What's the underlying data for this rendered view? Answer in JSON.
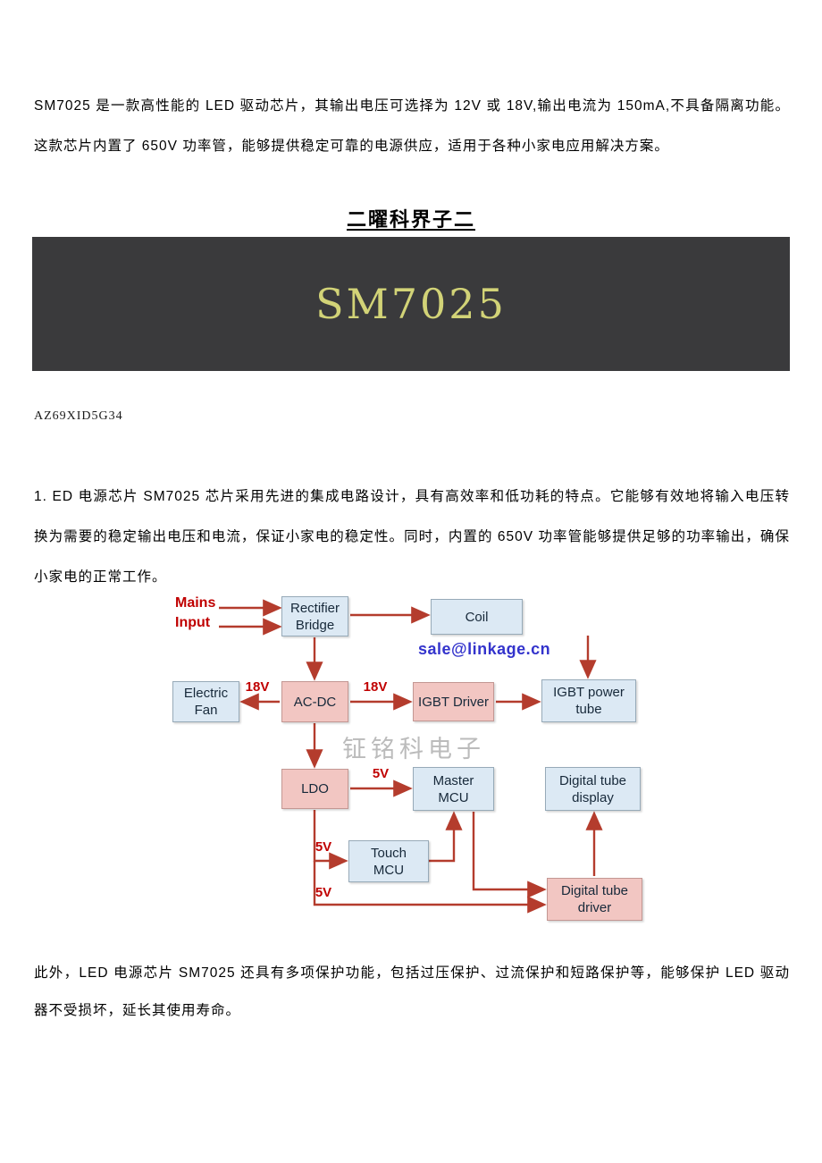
{
  "document": {
    "para_intro": "SM7025 是一款高性能的 LED 驱动芯片，其输出电压可选择为 12V 或 18V,输出电流为 150mA,不具备隔离功能。这款芯片内置了 650V 功率管，能够提供稳定可靠的电源供应，适用于各种小家电应用解决方案。",
    "heading": "二曜科界子二",
    "banner_title": "SM7025",
    "code": "AZ69XID5G34",
    "para_features": "1. ED 电源芯片 SM7025 芯片采用先进的集成电路设计，具有高效率和低功耗的特点。它能够有效地将输入电压转换为需要的稳定输出电压和电流，保证小家电的稳定性。同时，内置的 650V 功率管能够提供足够的功率输出，确保小家电的正常工作。",
    "para_protection": "此外，LED 电源芯片 SM7025 还具有多项保护功能，包括过压保护、过流保护和短路保护等，能够保护 LED 驱动器不受损坏，延长其使用寿命。"
  },
  "diagram": {
    "input_label": "Mains\nInput",
    "email": "sale@linkage.cn",
    "watermark": "钲铭科电子",
    "boxes": {
      "rectifier_bridge": "Rectifier\nBridge",
      "coil": "Coil",
      "electric_fan": "Electric\nFan",
      "ac_dc": "AC-DC",
      "igbt_driver": "IGBT Driver",
      "igbt_power_tube": "IGBT power\ntube",
      "ldo": "LDO",
      "master_mcu": "Master\nMCU",
      "digital_tube_display": "Digital tube\ndisplay",
      "touch_mcu": "Touch\nMCU",
      "digital_tube_driver": "Digital tube\ndriver"
    },
    "labels": {
      "v18_fan": "18V",
      "v18_driver": "18V",
      "v5_master": "5V",
      "v5_touch": "5V",
      "v5_driver": "5V"
    },
    "colors": {
      "arrow": "#b43c2d",
      "voltage_label": "#c00000",
      "blue_box_fill": "#dce9f4",
      "pink_box_fill": "#f2c6c2",
      "email_text": "#3333cc",
      "watermark_text": "#bbbbbb",
      "banner_bg": "#3a3a3c",
      "banner_text": "#d2d377"
    }
  }
}
